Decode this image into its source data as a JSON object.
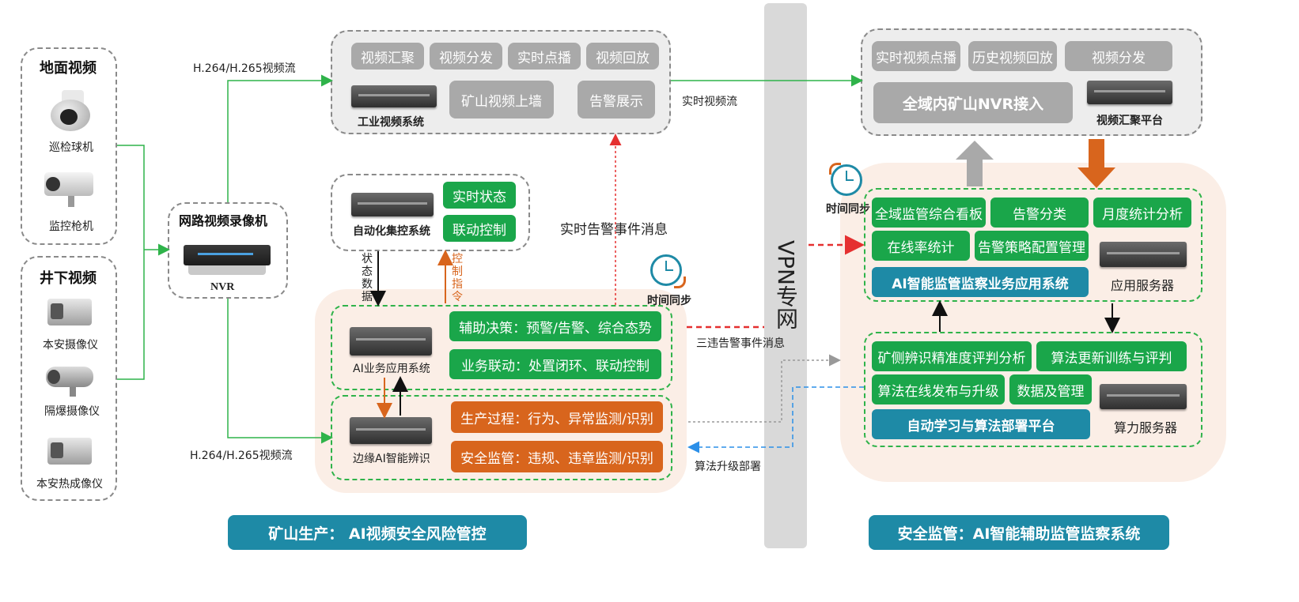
{
  "left_devices": {
    "ground_title": "地面视频",
    "ground_items": [
      "巡检球机",
      "监控枪机"
    ],
    "underground_title": "井下视频",
    "underground_items": [
      "本安摄像仪",
      "隔爆摄像仪",
      "本安热成像仪"
    ]
  },
  "nvr": {
    "title": "网路视频录像机",
    "label": "NVR"
  },
  "streams": {
    "top": "H.264/H.265视频流",
    "bottom": "H.264/H.265视频流"
  },
  "industrial": {
    "buttons": [
      "视频汇聚",
      "视频分发",
      "实时点播",
      "视频回放"
    ],
    "label": "工业视频系统",
    "btn_wall": "矿山视频上墙",
    "btn_alarm": "告警展示"
  },
  "automation": {
    "label": "自动化集控系统",
    "btn_status": "实时状态",
    "btn_control": "联动控制"
  },
  "vertical_labels": {
    "status_data": "状态数据",
    "control_cmd": "控制指令"
  },
  "messages": {
    "realtime_alarm": "实时告警事件消息",
    "realtime_stream": "实时视频流",
    "violation_msg": "三违告警事件消息",
    "algo_deploy": "算法升级部署",
    "time_sync": "时间同步"
  },
  "ai_app": {
    "label": "AI业务应用系统",
    "btn_decision": "辅助决策：预警/告警、综合态势",
    "btn_linkage": "业务联动：处置闭环、联动控制"
  },
  "edge_ai": {
    "label": "边缘AI智能辨识",
    "btn_production": "生产过程：行为、异常监测/识别",
    "btn_safety": "安全监管：违规、违章监测/识别"
  },
  "vpn": "VPN专网",
  "right_top": {
    "buttons": [
      "实时视频点播",
      "历史视频回放",
      "视频分发"
    ],
    "nvr_access": "全域内矿山NVR接入",
    "platform": "视频汇聚平台"
  },
  "app_server": {
    "btns_row1": [
      "全域监管综合看板",
      "告警分类",
      "月度统计分析"
    ],
    "btns_row2": [
      "在线率统计",
      "告警策略配置管理"
    ],
    "system": "AI智能监管监察业务应用系统",
    "server_label": "应用服务器"
  },
  "compute_server": {
    "btns_row1": [
      "矿侧辨识精准度评判分析",
      "算法更新训练与评判"
    ],
    "btns_row2": [
      "算法在线发布与升级",
      "数据及管理"
    ],
    "platform": "自动学习与算法部署平台",
    "server_label": "算力服务器"
  },
  "banners": {
    "left": "矿山生产：  AI视频安全风险管控",
    "right": "安全监管：AI智能辅助监管监察系统"
  },
  "colors": {
    "green": "#1aa64a",
    "orange": "#d8651d",
    "teal": "#1e8aa6",
    "gray": "#a9a9a9",
    "peach": "#fbeee6"
  }
}
